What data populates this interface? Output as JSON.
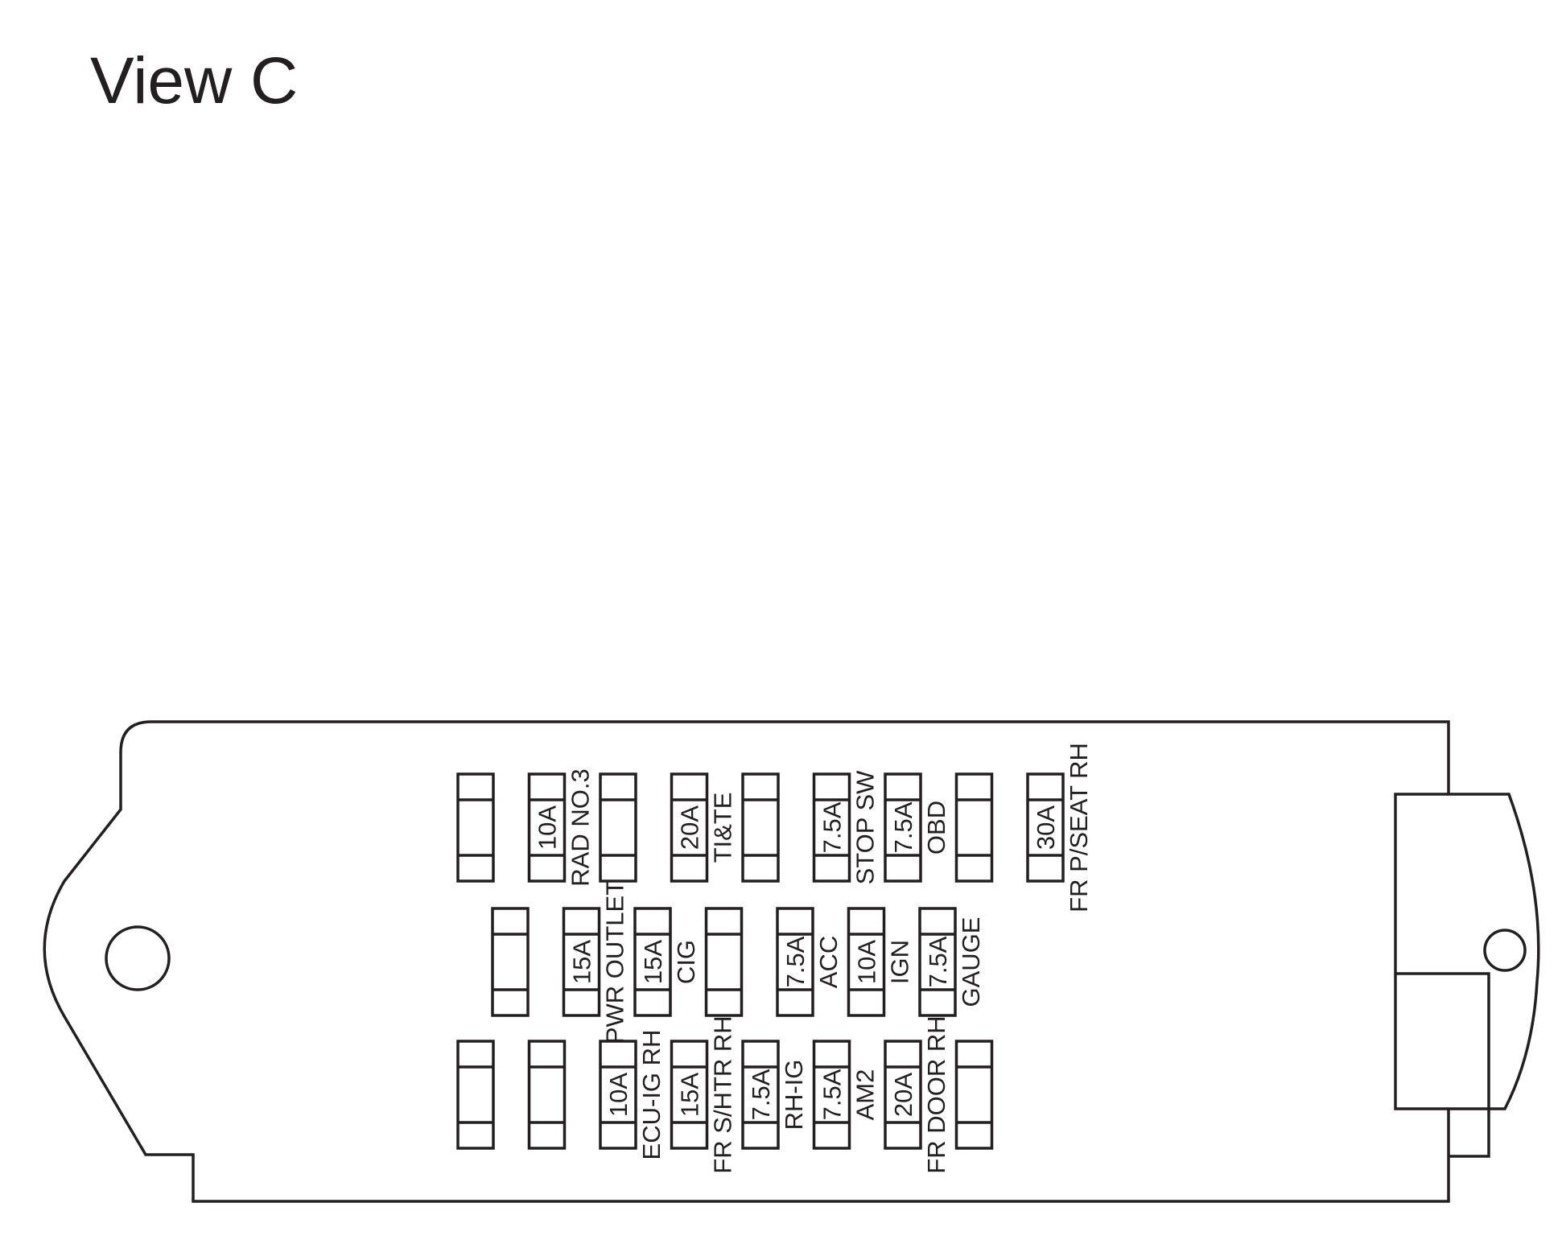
{
  "title": "View C",
  "rows": [
    [
      {
        "rating": "",
        "label": ""
      },
      {
        "rating": "10A",
        "label": "RAD NO.3"
      },
      {
        "rating": "",
        "label": ""
      },
      {
        "rating": "20A",
        "label": "TI&TE"
      },
      {
        "rating": "",
        "label": ""
      },
      {
        "rating": "7.5A",
        "label": "STOP SW"
      },
      {
        "rating": "7.5A",
        "label": "OBD"
      },
      {
        "rating": "",
        "label": ""
      },
      {
        "rating": "30A",
        "label": "FR P/SEAT RH"
      }
    ],
    [
      {
        "rating": "",
        "label": ""
      },
      {
        "rating": "15A",
        "label": "PWR OUTLET"
      },
      {
        "rating": "15A",
        "label": "CIG"
      },
      {
        "rating": "",
        "label": ""
      },
      {
        "rating": "7.5A",
        "label": "ACC"
      },
      {
        "rating": "10A",
        "label": "IGN"
      },
      {
        "rating": "7.5A",
        "label": "GAUGE"
      }
    ],
    [
      {
        "rating": "",
        "label": ""
      },
      {
        "rating": "",
        "label": ""
      },
      {
        "rating": "10A",
        "label": "ECU-IG RH"
      },
      {
        "rating": "15A",
        "label": "FR S/HTR RH"
      },
      {
        "rating": "7.5A",
        "label": "RH-IG"
      },
      {
        "rating": "7.5A",
        "label": "AM2"
      },
      {
        "rating": "20A",
        "label": "FR DOOR RH"
      },
      {
        "rating": "",
        "label": ""
      }
    ]
  ]
}
